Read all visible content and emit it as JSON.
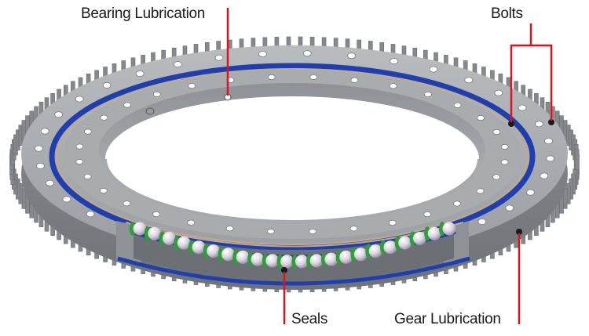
{
  "callouts": {
    "bearing_lubrication": "Bearing Lubrication",
    "bolts": "Bolts",
    "seals": "Seals",
    "gear_lubrication": "Gear Lubrication"
  },
  "ring_marking": {
    "line1": "",
    "line2": ""
  },
  "colors": {
    "ring_grey": "#a7aaad",
    "ring_dark": "#7d8084",
    "seal_blue": "#1f3fb0",
    "callout_red": "#d9141c",
    "ball_white": "#e6e2ea",
    "spacer_green": "#2f9e3a",
    "marking_orange": "#e8731c"
  }
}
